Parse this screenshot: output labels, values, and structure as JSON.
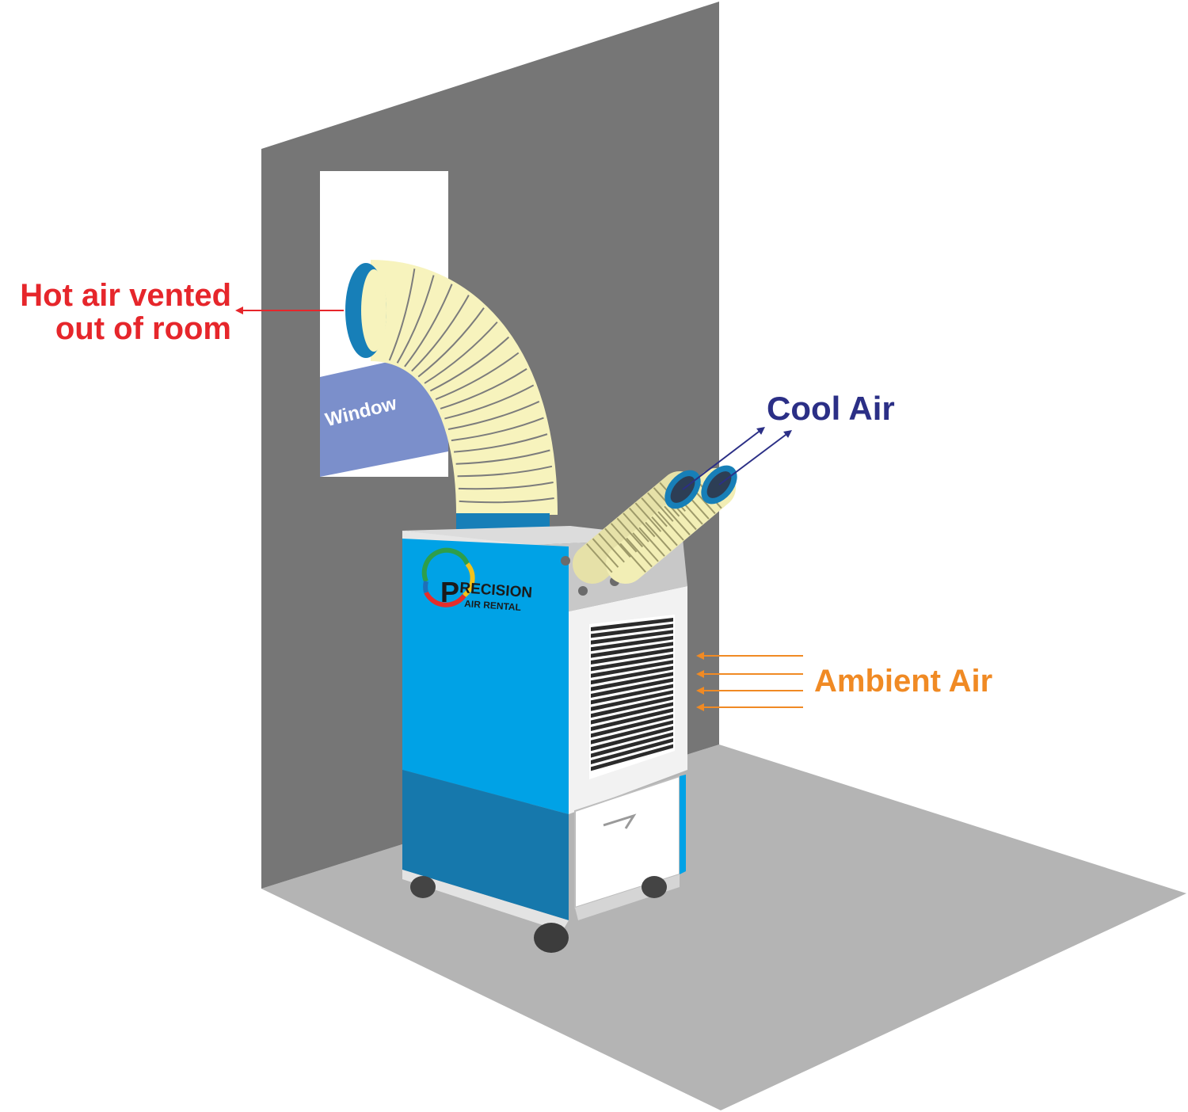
{
  "labels": {
    "hot_air": [
      "Hot air vented",
      "out of room"
    ],
    "cool_air": "Cool Air",
    "ambient_air": "Ambient Air",
    "window": "Window"
  },
  "logo": {
    "initial": "P",
    "word": "RECISION",
    "subline": "AIR RENTAL"
  },
  "colors": {
    "hot": "#e6262b",
    "cool": "#2b2f86",
    "ambient": "#f08a24",
    "wall": "#767676",
    "floor": "#b4b4b4",
    "unit_blue": "#00a2e6",
    "unit_dark_blue": "#1678ac",
    "hose": "#f7f3bd",
    "hose_cuff": "#177fb8",
    "window_blue": "#7b8fcb"
  },
  "icons": [
    "left-arrow-icon",
    "up-right-arrow-icon",
    "logo-swirl-icon"
  ]
}
